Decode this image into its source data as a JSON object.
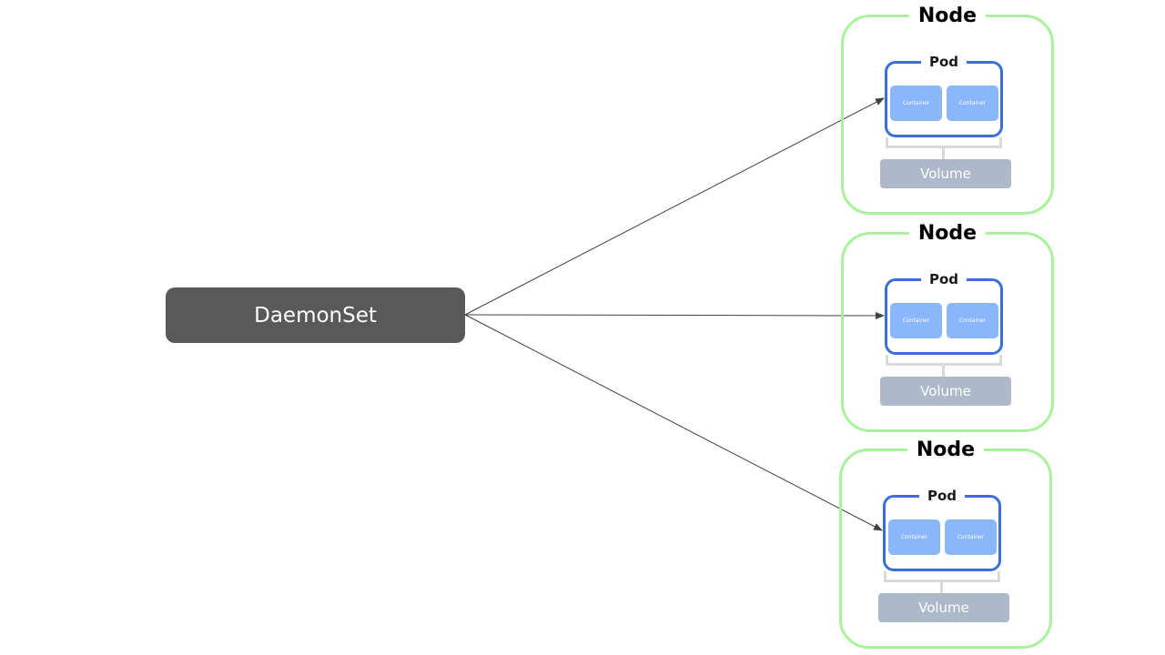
{
  "diagram": {
    "source": {
      "label": "DaemonSet"
    },
    "nodes": [
      {
        "label": "Node",
        "pod": {
          "label": "Pod",
          "containers": [
            "Container",
            "Container"
          ]
        },
        "volume": "Volume"
      },
      {
        "label": "Node",
        "pod": {
          "label": "Pod",
          "containers": [
            "Container",
            "Container"
          ]
        },
        "volume": "Volume"
      },
      {
        "label": "Node",
        "pod": {
          "label": "Pod",
          "containers": [
            "Container",
            "Container"
          ]
        },
        "volume": "Volume"
      }
    ],
    "colors": {
      "daemonset_fill": "#595959",
      "node_border": "#a9f19a",
      "pod_border": "#3a6fd6",
      "container_fill": "#8ab6fb",
      "volume_fill": "#adb9ca",
      "bracket": "#d9d9d9",
      "arrow": "#404040"
    }
  }
}
